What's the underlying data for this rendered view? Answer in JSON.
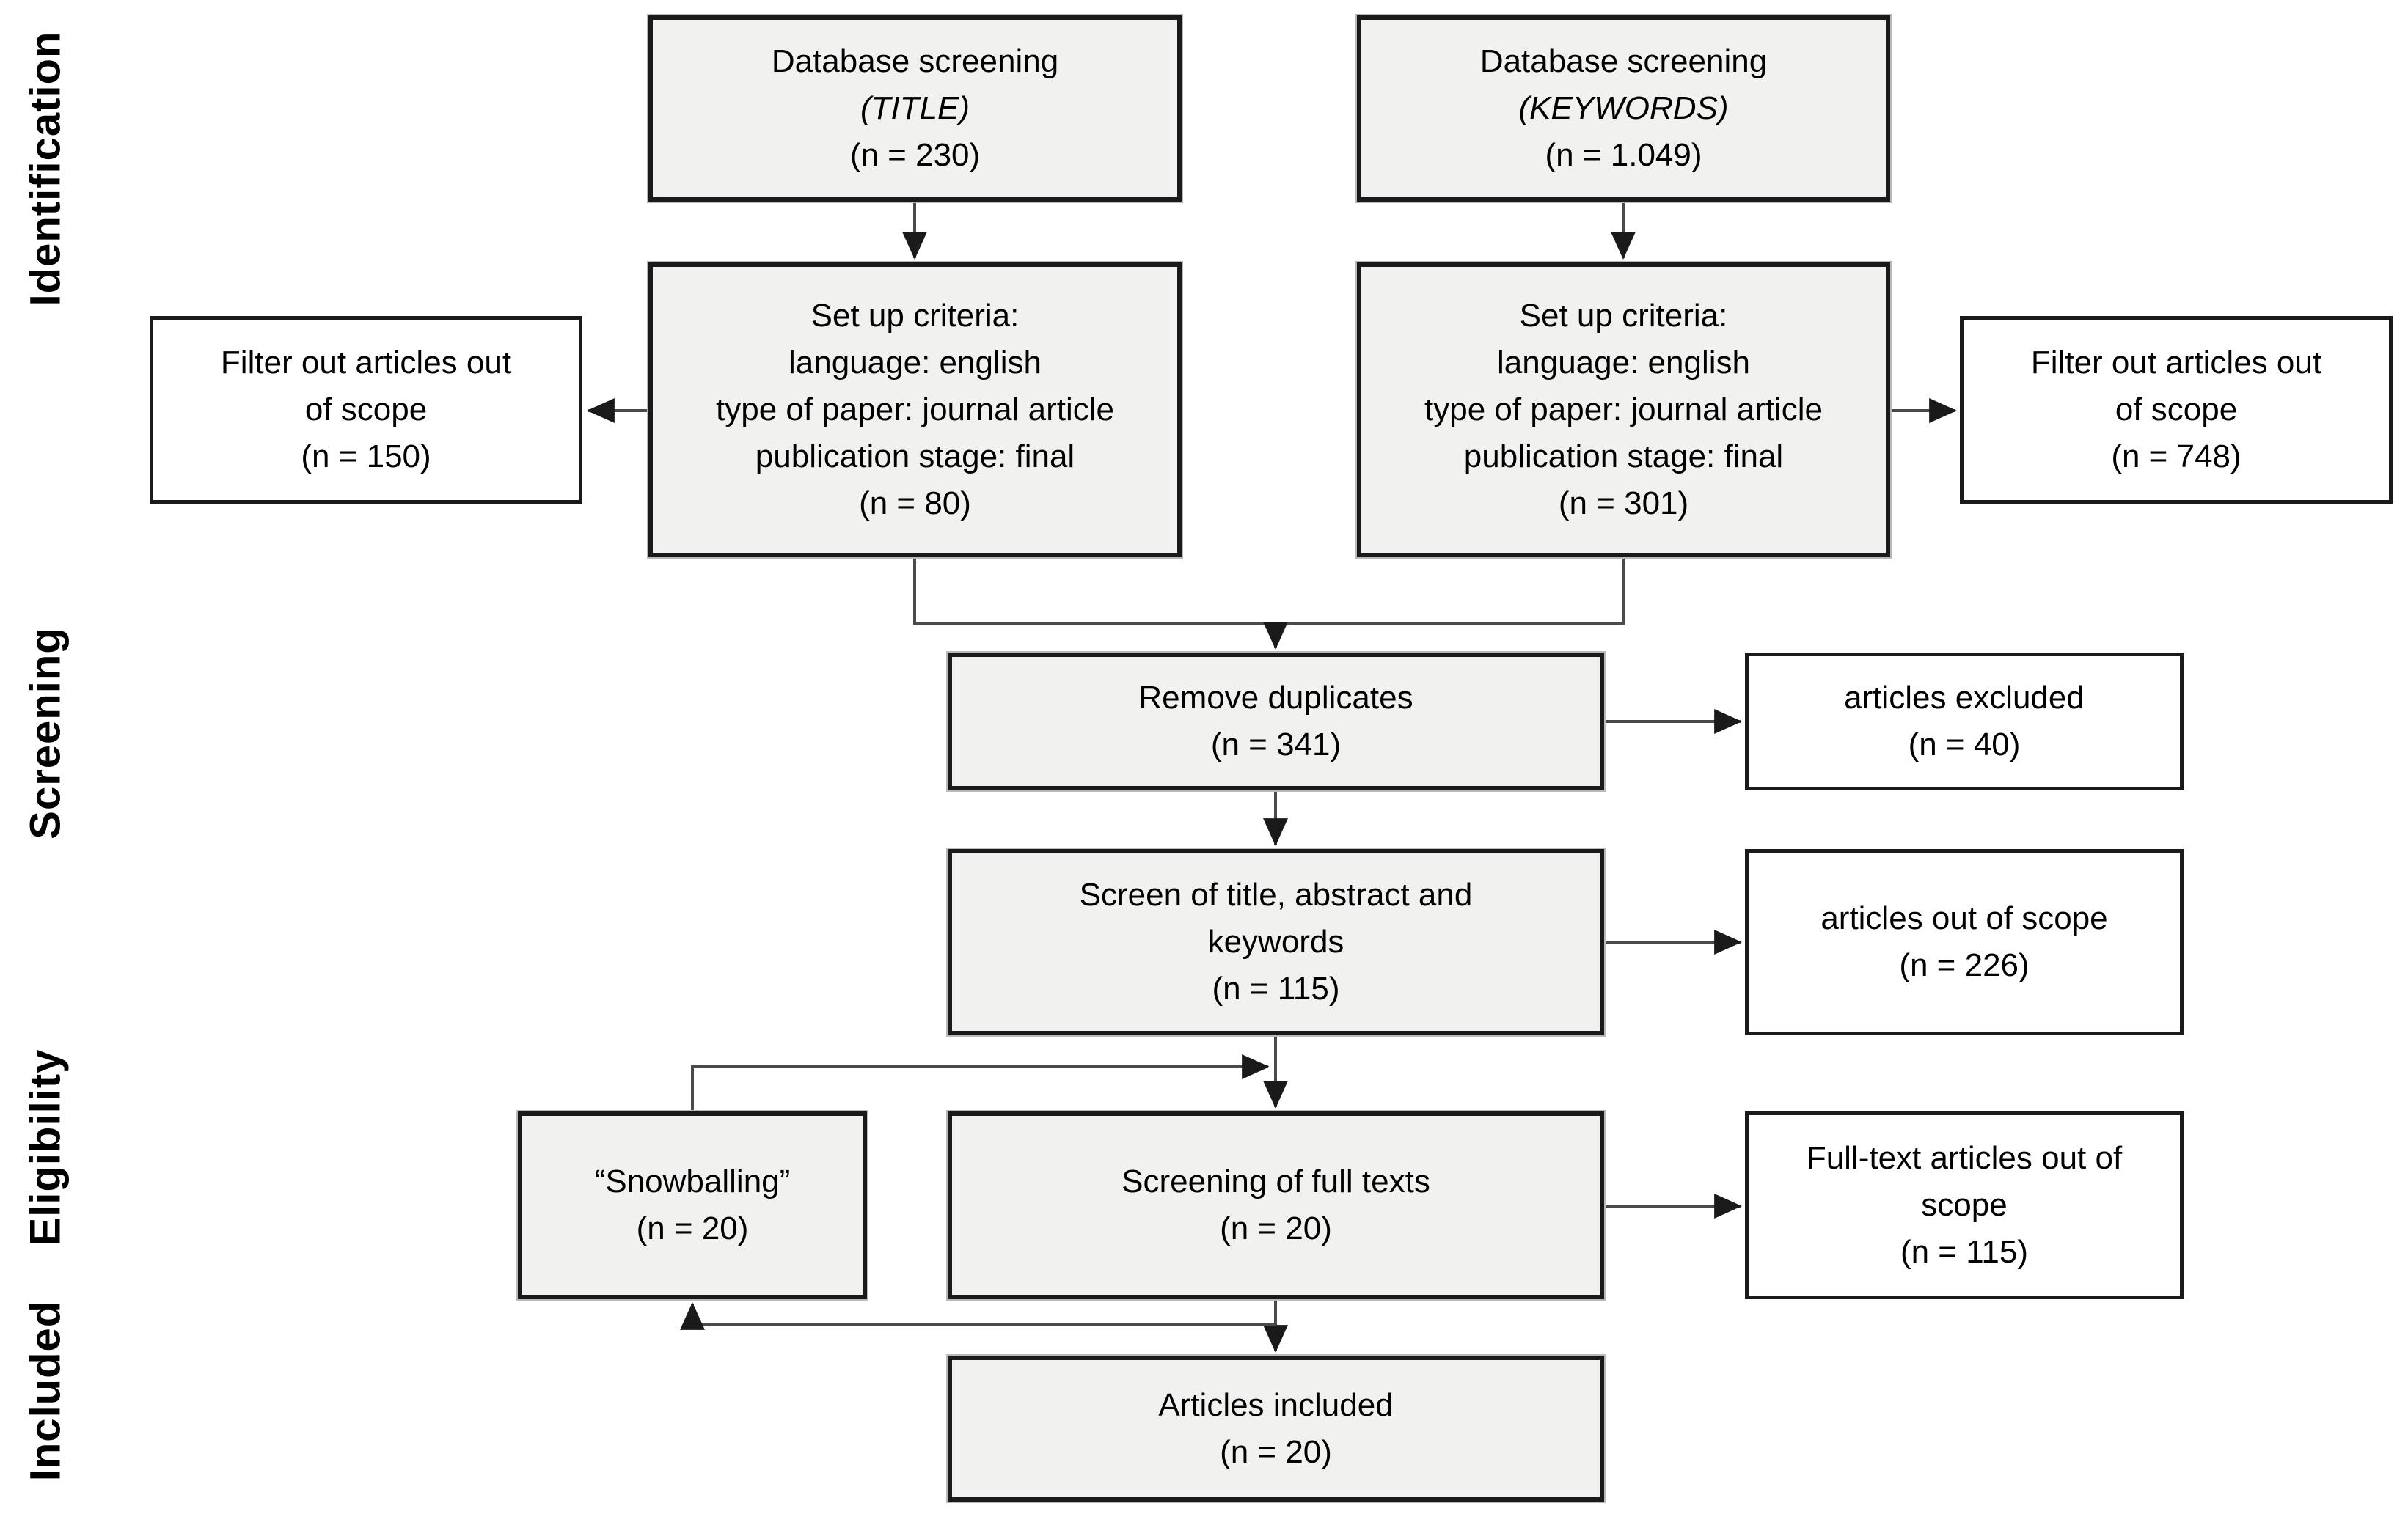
{
  "diagram": {
    "stage_labels": [
      {
        "id": "identification",
        "label": "Identification"
      },
      {
        "id": "screening",
        "label": "Screening"
      },
      {
        "id": "eligibility",
        "label": "Eligibility"
      },
      {
        "id": "included",
        "label": "Included"
      }
    ],
    "boxes": {
      "db_title": {
        "lines": [
          "Database screening",
          "(TITLE)",
          "(n = 230)"
        ]
      },
      "db_keywords": {
        "lines": [
          "Database screening",
          "(KEYWORDS)",
          "(n = 1.049)"
        ]
      },
      "criteria_title": {
        "lines": [
          "Set up criteria:",
          "language: english",
          "type of paper: journal article",
          "publication stage: final",
          "(n = 80)"
        ]
      },
      "criteria_keywords": {
        "lines": [
          "Set up criteria:",
          "language: english",
          "type of paper: journal article",
          "publication stage: final",
          "(n = 301)"
        ]
      },
      "filter_title": {
        "lines": [
          "Filter out articles out",
          "of scope",
          "(n = 150)"
        ]
      },
      "filter_keywords": {
        "lines": [
          "Filter out articles out",
          "of scope",
          "(n = 748)"
        ]
      },
      "remove_duplicates": {
        "lines": [
          "Remove duplicates",
          "(n = 341)"
        ]
      },
      "articles_excluded": {
        "lines": [
          "articles excluded",
          "(n = 40)"
        ]
      },
      "screen_title_abstract": {
        "lines": [
          "Screen of title, abstract and",
          "keywords",
          "(n = 115)"
        ]
      },
      "articles_out_of_scope": {
        "lines": [
          "articles out of scope",
          "(n = 226)"
        ]
      },
      "snowballing": {
        "lines": [
          "“Snowballing”",
          "(n = 20)"
        ]
      },
      "screening_full_texts": {
        "lines": [
          "Screening of full texts",
          "(n = 20)"
        ]
      },
      "fulltext_out_of_scope": {
        "lines": [
          "Full-text articles out of",
          "scope",
          "(n = 115)"
        ]
      },
      "articles_included": {
        "lines": [
          "Articles included",
          "(n = 20)"
        ]
      }
    },
    "colors": {
      "flow_box_fill": "#f1f1f0",
      "side_box_fill": "#ffffff",
      "box_border": "#1a1a1a",
      "connector": "#4a4a4a",
      "text": "#000000",
      "background": "#ffffff"
    }
  }
}
